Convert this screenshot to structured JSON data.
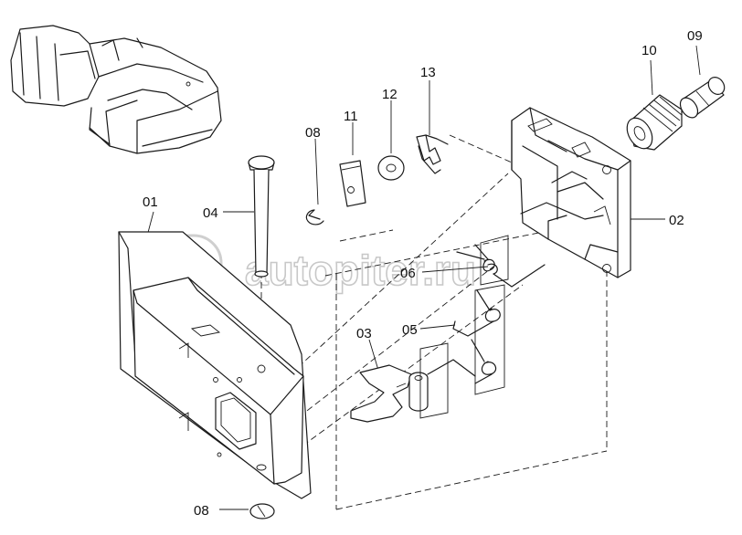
{
  "watermark": {
    "text": "autopiter.ru"
  },
  "callouts": {
    "p01": "01",
    "p02": "02",
    "p03": "03",
    "p04": "04",
    "p05": "05",
    "p06": "06",
    "p08_top": "08",
    "p08_bottom": "08",
    "p09": "09",
    "p10": "10",
    "p11": "11",
    "p12": "12",
    "p13": "13"
  }
}
